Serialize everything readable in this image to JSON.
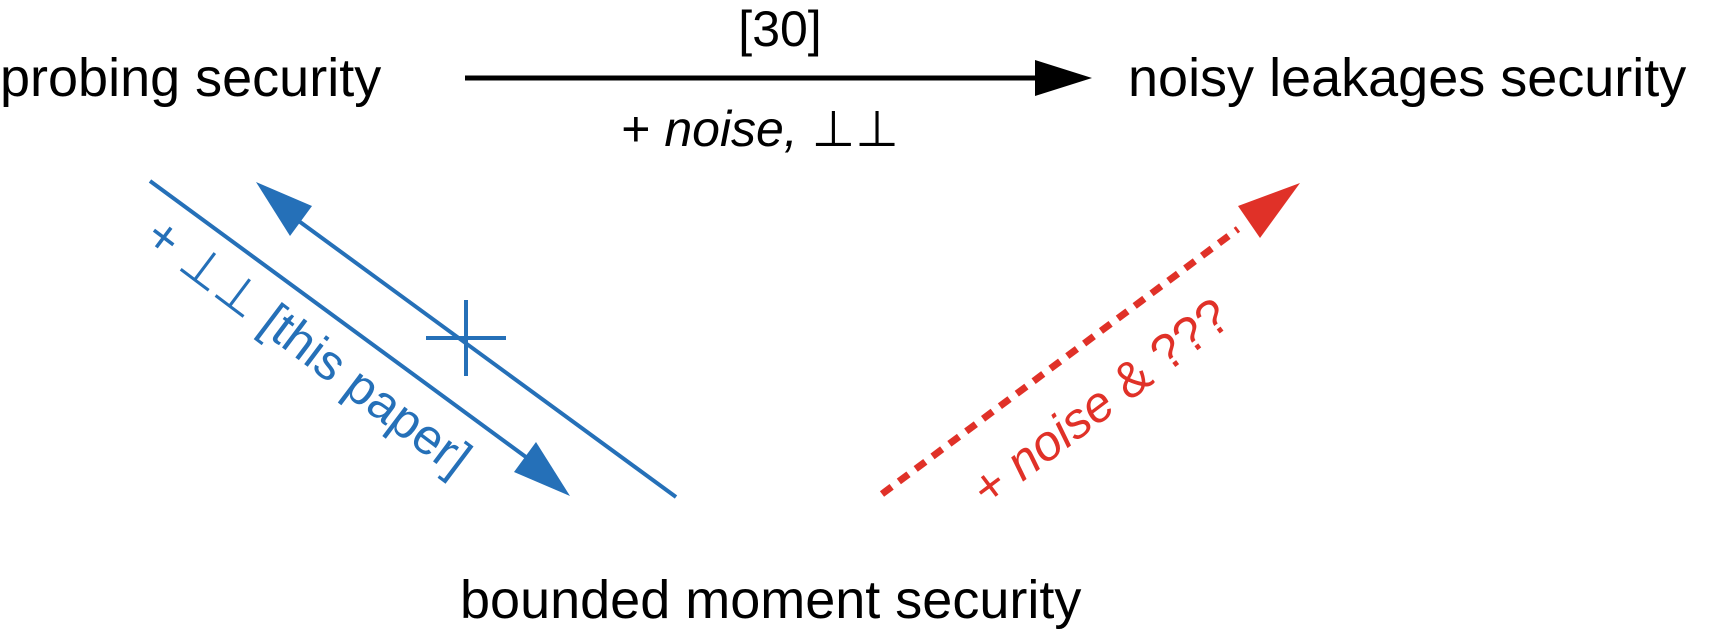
{
  "nodes": {
    "probing": "probing security",
    "noisy": "noisy leakages security",
    "bounded": "bounded moment security"
  },
  "edges": {
    "top": {
      "citation": "[30]",
      "label_plus": "+ ",
      "label_noise": "noise, ",
      "label_symbol": "⊥⊥"
    },
    "blue_down": {
      "label": "+ ⊥⊥ [this paper]"
    },
    "red_up": {
      "label_plus": "+ ",
      "label_noise": "noise",
      "label_rest": " & ???"
    }
  },
  "colors": {
    "black": "#000000",
    "blue": "#2570b8",
    "red": "#e03128"
  }
}
